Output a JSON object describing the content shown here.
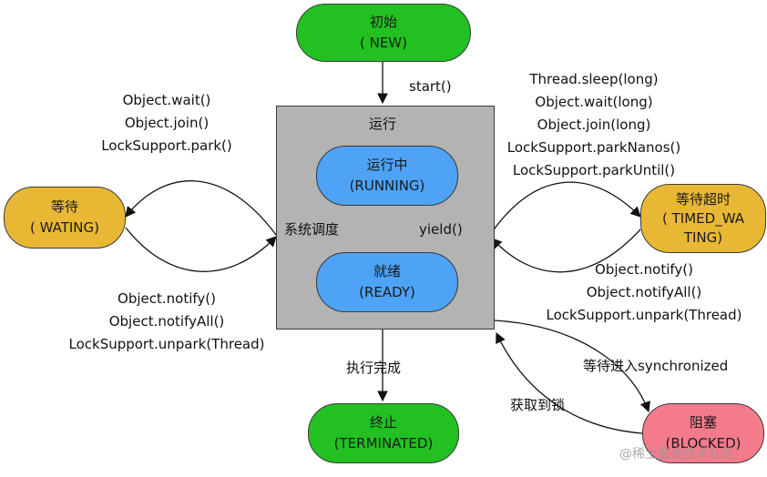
{
  "nodes": {
    "new": {
      "line1": "初始",
      "line2": "( NEW)"
    },
    "region_title": "运行",
    "running": {
      "line1": "运行中",
      "line2": "(RUNNING)"
    },
    "ready": {
      "line1": "就绪",
      "line2": "(READY)"
    },
    "waiting": {
      "line1": "等待",
      "line2": "( WATING)"
    },
    "timed_waiting": {
      "line1": "等待超时",
      "line2": "( TIMED_WA",
      "line3": "TING)"
    },
    "blocked": {
      "line1": "阻塞",
      "line2": "(BLOCKED)"
    },
    "terminated": {
      "line1": "终止",
      "line2": "(TERMINATED)"
    }
  },
  "labels": {
    "start": "start()",
    "wait_methods": [
      "Object.wait()",
      "Object.join()",
      "LockSupport.park()"
    ],
    "notify_left": [
      "Object.notify()",
      "Object.notifyAll()",
      "LockSupport.unpark(Thread)"
    ],
    "timed_methods": [
      "Thread.sleep(long)",
      "Object.wait(long)",
      "Object.join(long)",
      "LockSupport.parkNanos()",
      "LockSupport.parkUntil()"
    ],
    "notify_right": [
      "Object.notify()",
      "Object.notifyAll()",
      "LockSupport.unpark(Thread)"
    ],
    "scheduling": "系统调度",
    "yield": "yield()",
    "finish": "执行完成",
    "enter_sync": "等待进入synchronized",
    "acquire_lock": "获取到锁"
  },
  "watermark": "@稀土掘金技术社区"
}
